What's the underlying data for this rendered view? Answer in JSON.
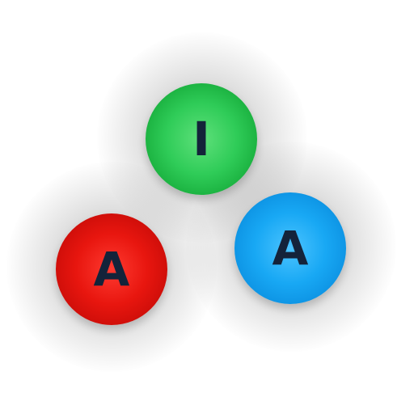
{
  "tiles": [
    {
      "id": "green",
      "letter": "I",
      "color": "#2fcc58"
    },
    {
      "id": "red",
      "letter": "A",
      "color": "#e8160f"
    },
    {
      "id": "blue",
      "letter": "A",
      "color": "#18a8f4"
    }
  ]
}
